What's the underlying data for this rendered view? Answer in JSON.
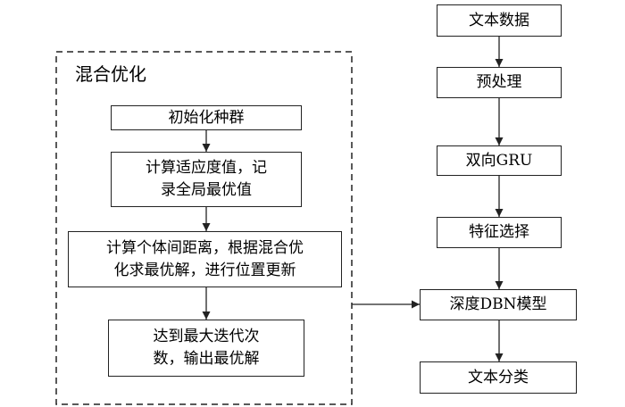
{
  "group": {
    "title": "混合优化",
    "steps": [
      {
        "lines": [
          "初始化种群"
        ]
      },
      {
        "lines": [
          "计算适应度值，记",
          "录全局最优值"
        ]
      },
      {
        "lines": [
          "计算个体间距离，根据混合优",
          "化求最优解，进行位置更新"
        ]
      },
      {
        "lines": [
          "达到最大迭代次",
          "数，输出最优解"
        ]
      }
    ]
  },
  "pipeline": {
    "steps": [
      "文本数据",
      "预处理",
      "双向GRU",
      "特征选择",
      "深度DBN模型",
      "文本分类"
    ]
  }
}
